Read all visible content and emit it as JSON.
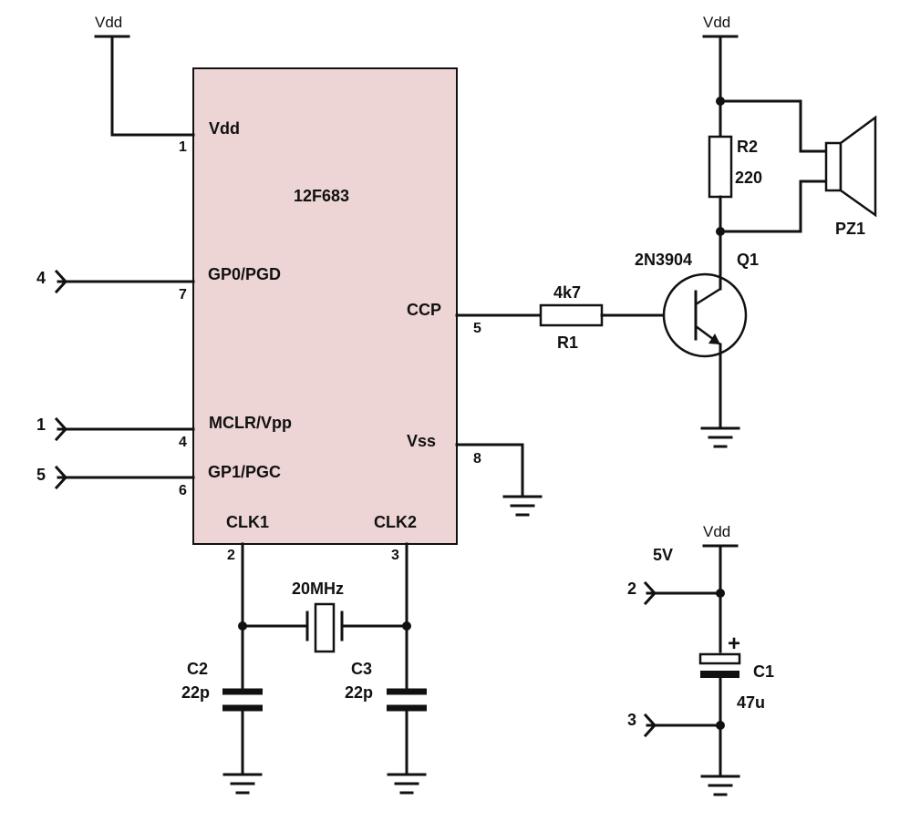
{
  "colors": {
    "ic_fill": "#eed5d5",
    "wire": "#111111",
    "background": "#ffffff"
  },
  "ic": {
    "part": "12F683",
    "pins": {
      "vdd": {
        "name": "Vdd",
        "num": "1"
      },
      "gp0": {
        "name": "GP0/PGD",
        "num": "7"
      },
      "mclr": {
        "name": "MCLR/Vpp",
        "num": "4"
      },
      "gp1": {
        "name": "GP1/PGC",
        "num": "6"
      },
      "ccp": {
        "name": "CCP",
        "num": "5"
      },
      "vss": {
        "name": "Vss",
        "num": "8"
      },
      "clk1": {
        "name": "CLK1",
        "num": "2"
      },
      "clk2": {
        "name": "CLK2",
        "num": "3"
      }
    }
  },
  "power": {
    "vdd_ic": "Vdd",
    "vdd_q": "Vdd",
    "vdd_c1": "Vdd"
  },
  "connectors": {
    "gp0": "4",
    "mclr": "1",
    "gp1": "5",
    "psu_pos": "2",
    "psu_neg": "3"
  },
  "crystal": {
    "value": "20MHz"
  },
  "c2": {
    "ref": "C2",
    "value": "22p"
  },
  "c3": {
    "ref": "C3",
    "value": "22p"
  },
  "r1": {
    "ref": "R1",
    "value": "4k7"
  },
  "r2": {
    "ref": "R2",
    "value": "220"
  },
  "q1": {
    "ref": "Q1",
    "part": "2N3904"
  },
  "pz1": {
    "ref": "PZ1"
  },
  "c1": {
    "ref": "C1",
    "value": "47u",
    "polarity": "+",
    "supply_label": "5V"
  }
}
